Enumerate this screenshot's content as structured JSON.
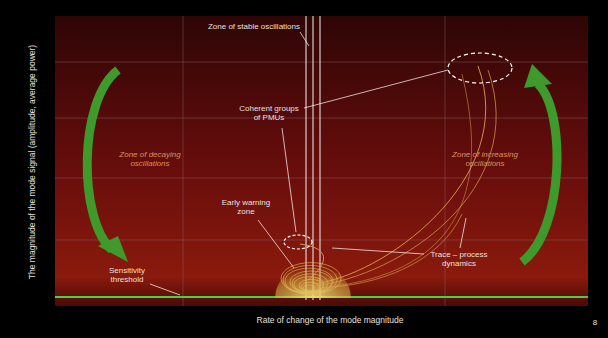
{
  "diagram": {
    "labels": [
      "Zone of stable oscillations",
      "Coherent groups of PMUs",
      "Zone of decaying oscillations",
      "Zone of increasing oscillations",
      "Early warning zone",
      "Trace – process dynamics",
      "Sensitivity threshold",
      "The magnitude of the mode signal (amplitude, average power)",
      "Rate of change of the mode magnitude",
      "8"
    ]
  }
}
